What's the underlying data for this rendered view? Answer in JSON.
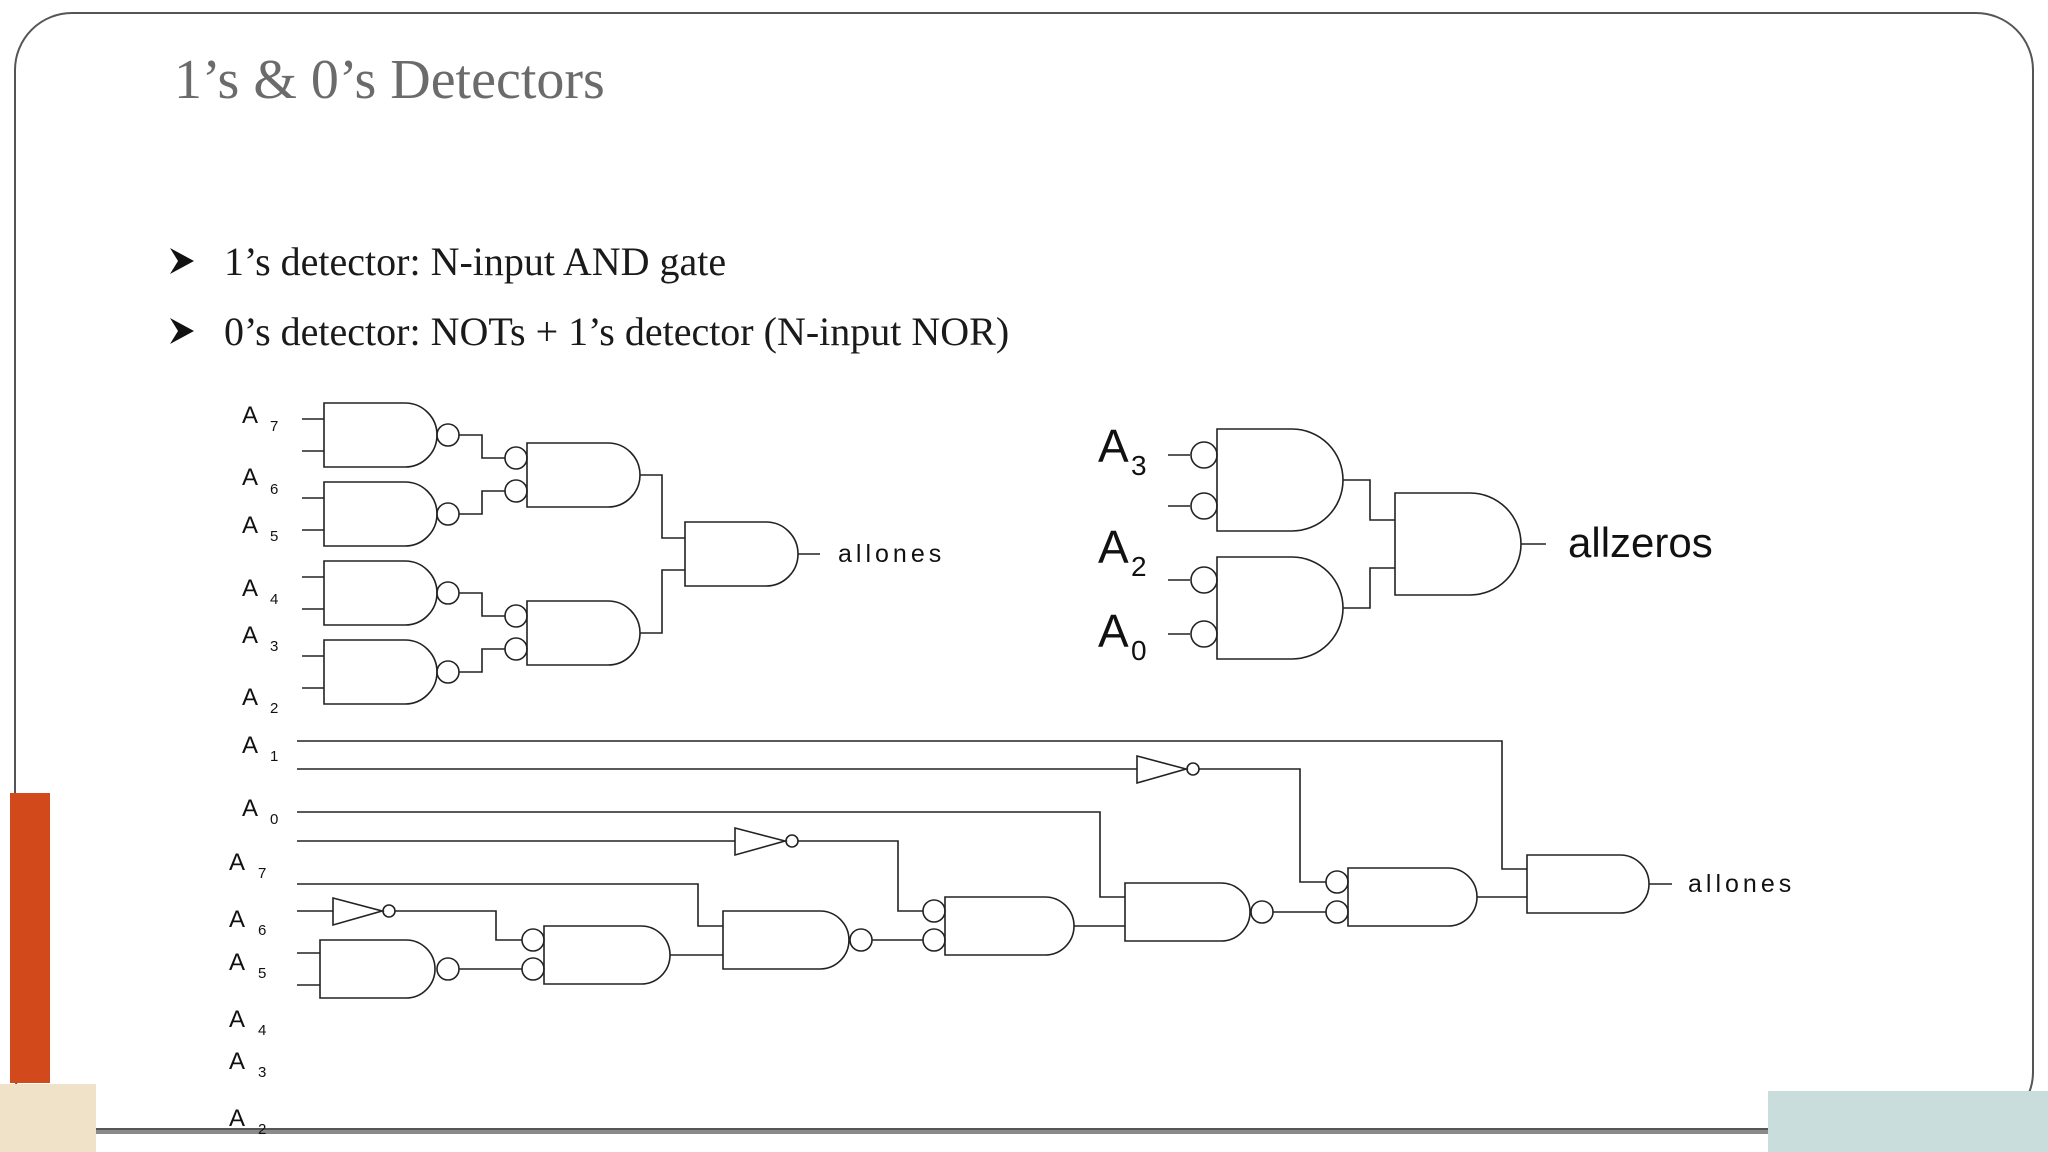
{
  "slide": {
    "title": "1’s & 0’s Detectors",
    "bullets": [
      "1’s detector: N-input AND gate",
      "0’s detector: NOTs + 1’s detector (N-input NOR)"
    ]
  },
  "circuits": {
    "tree": {
      "inputs": [
        {
          "l": "A",
          "s": "7"
        },
        {
          "l": "A",
          "s": "6"
        },
        {
          "l": "A",
          "s": "5"
        },
        {
          "l": "A",
          "s": "4"
        },
        {
          "l": "A",
          "s": "3"
        },
        {
          "l": "A",
          "s": "2"
        },
        {
          "l": "A",
          "s": "1"
        },
        {
          "l": "A",
          "s": "0"
        }
      ],
      "output": "allones"
    },
    "zeros": {
      "inputs": [
        {
          "l": "A",
          "s": "3"
        },
        {
          "l": "A",
          "s": "2"
        },
        {
          "l": "A",
          "s": "0"
        }
      ],
      "output": "allzeros"
    },
    "chain": {
      "inputs": [
        {
          "l": "A",
          "s": "7"
        },
        {
          "l": "A",
          "s": "6"
        },
        {
          "l": "A",
          "s": "5"
        },
        {
          "l": "A",
          "s": "4"
        },
        {
          "l": "A",
          "s": "3"
        },
        {
          "l": "A",
          "s": "2"
        }
      ],
      "output": "allones"
    }
  },
  "colors": {
    "title": "#6b6b6b",
    "accent_orange": "#d24a1c",
    "accent_beige": "#efe2c8",
    "accent_teal": "#c9dedc",
    "frame": "#555555",
    "wire": "#222222"
  }
}
